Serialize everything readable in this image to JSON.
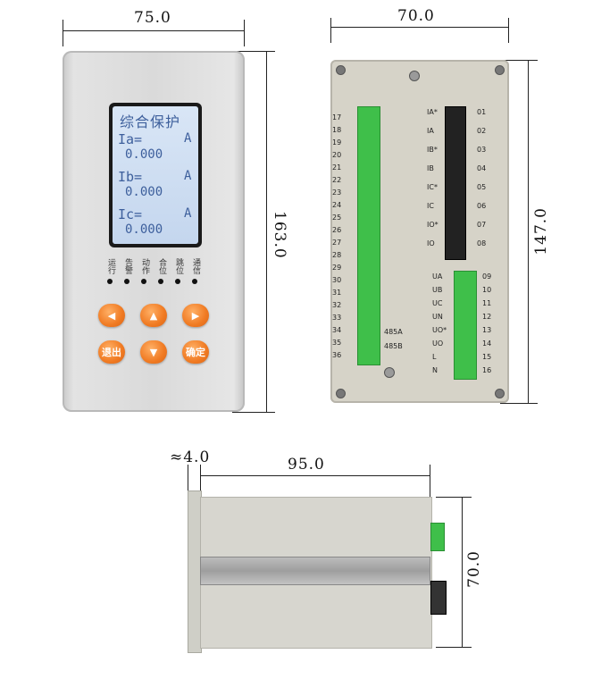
{
  "dimensions": {
    "front_width": "75.0",
    "front_height": "163.0",
    "rear_width": "70.0",
    "rear_height": "147.0",
    "side_gap": "≈4.0",
    "side_depth": "95.0",
    "side_height": "70.0"
  },
  "lcd": {
    "title": "综合保护",
    "lines": [
      {
        "label": "Ia=",
        "unit": "A",
        "value": "0.000"
      },
      {
        "label": "Ib=",
        "unit": "A",
        "value": "0.000"
      },
      {
        "label": "Ic=",
        "unit": "A",
        "value": "0.000"
      }
    ]
  },
  "leds": [
    "运行",
    "告警",
    "动作",
    "合位",
    "跳位",
    "通信"
  ],
  "buttons": {
    "left": "◀",
    "up": "▲",
    "right": "▶",
    "exit": "退出",
    "down": "▼",
    "confirm": "确定"
  },
  "rear": {
    "left_terminal_numbers": [
      "17",
      "18",
      "19",
      "20",
      "21",
      "22",
      "23",
      "24",
      "25",
      "26",
      "27",
      "28",
      "29",
      "30",
      "31",
      "32",
      "33",
      "34",
      "35",
      "36"
    ],
    "right_terminal_numbers_top": [
      "01",
      "02",
      "03",
      "04",
      "05",
      "06",
      "07",
      "08"
    ],
    "right_terminal_labels_top": [
      "IA*",
      "IA",
      "IB*",
      "IB",
      "IC*",
      "IC",
      "IO*",
      "IO"
    ],
    "right_terminal_numbers_bottom": [
      "09",
      "10",
      "11",
      "12",
      "13",
      "14",
      "15",
      "16"
    ],
    "right_terminal_labels_bottom": [
      "UA",
      "UB",
      "UC",
      "UN",
      "UO*",
      "UO",
      "L",
      "N"
    ],
    "rs485_labels": [
      "485A",
      "485B"
    ]
  },
  "colors": {
    "button_orange": "#f07a22",
    "terminal_green": "#3fbf4a",
    "lcd_text": "#3d5f9c"
  }
}
